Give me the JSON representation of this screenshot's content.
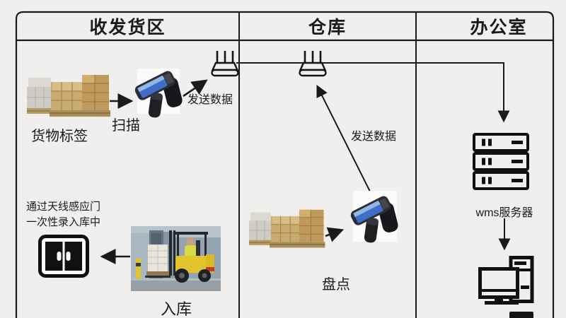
{
  "zones": [
    {
      "label": "收发货区"
    },
    {
      "label": "仓库"
    },
    {
      "label": "办公室"
    }
  ],
  "labels": {
    "cargo_tags": "货物标签",
    "scan": "扫描",
    "send_data_receiving": "发送数据",
    "send_data_warehouse": "发送数据",
    "antenna_note_line1": "通过天线感应门",
    "antenna_note_line2": "一次性录入库中",
    "inbound": "入库",
    "stocktake": "盘点",
    "wms_server": "wms服务器"
  },
  "icons": {
    "router_left": "wifi-router-icon",
    "router_warehouse": "wifi-router-icon",
    "server": "server-rack-icon",
    "computer": "desktop-computer-icon",
    "door": "sensor-gate-door-icon",
    "scanner_receiving": "handheld-rfid-scanner",
    "scanner_warehouse": "handheld-rfid-scanner",
    "pallets_receiving": "pallet-goods",
    "pallets_warehouse": "pallet-goods",
    "forklift": "forklift-inbound-photo"
  },
  "colors": {
    "background": "#f0efed",
    "line": "#1a1a1a",
    "forklift_yellow": "#e2c42e",
    "screen_blue": "#3e6ec9",
    "photo_white": "#fafaf8"
  }
}
